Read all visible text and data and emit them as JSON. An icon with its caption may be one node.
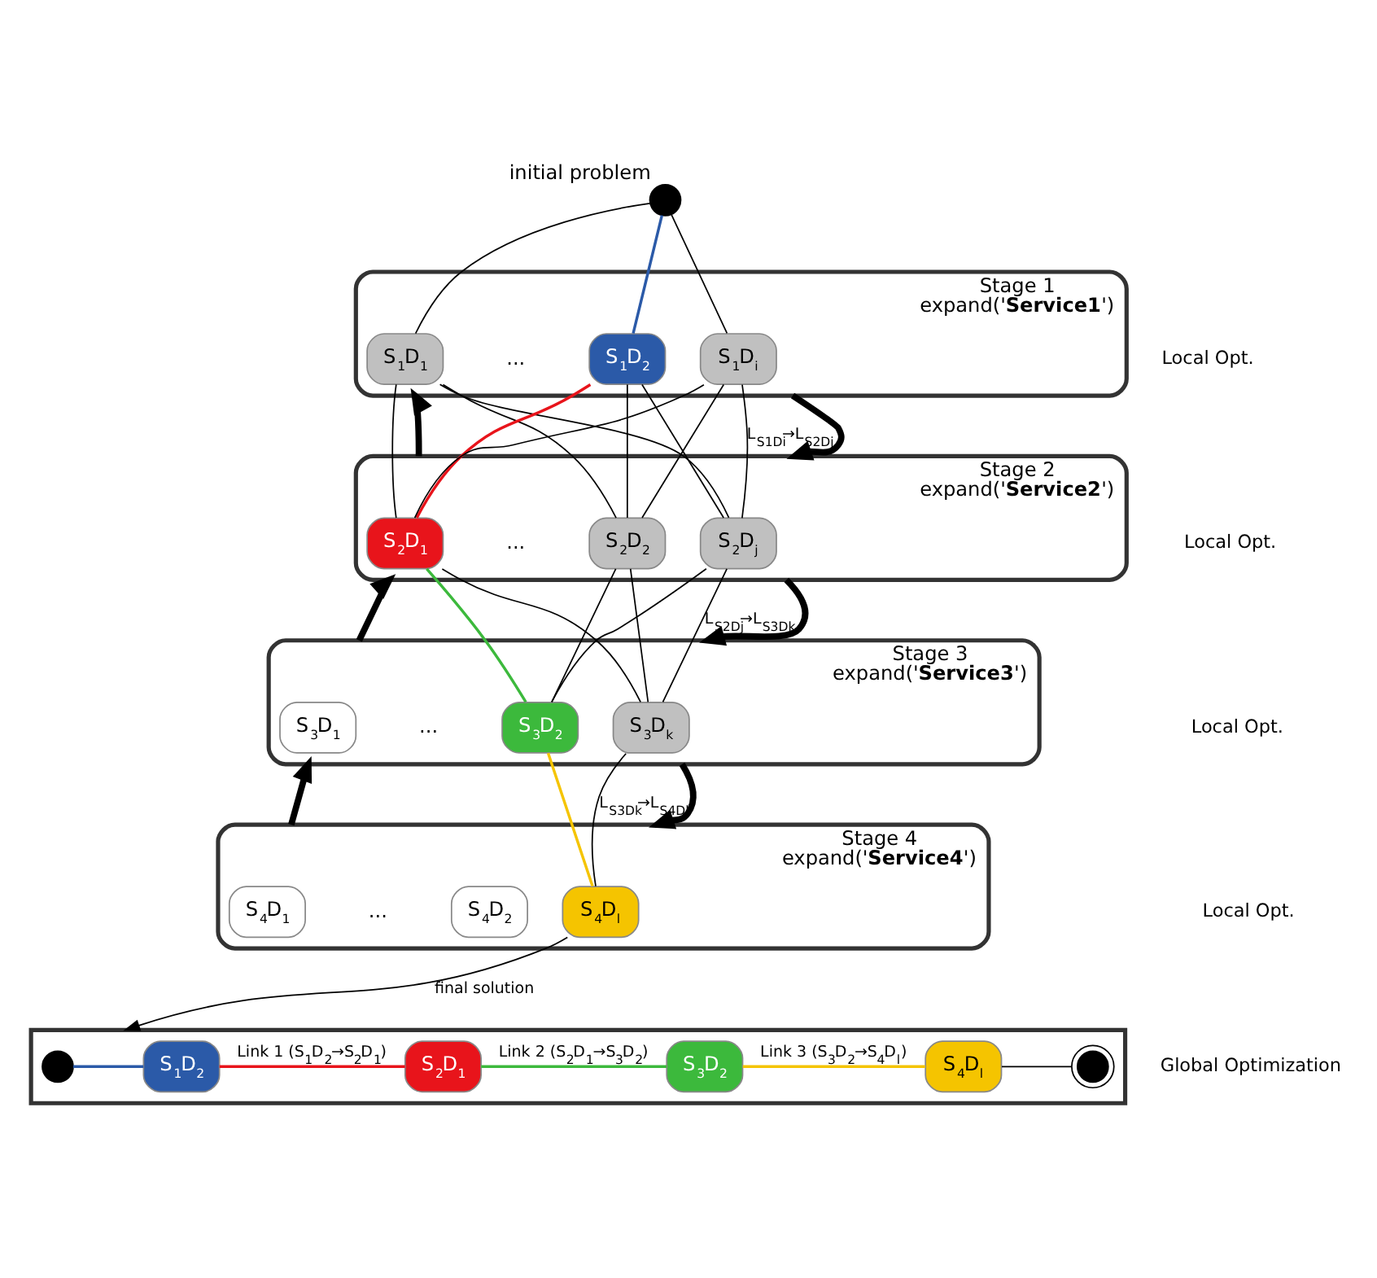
{
  "diagram": {
    "nodes": [
      {
        "text": [],
        "shape": "circle",
        "beside": [
          "initial problem"
        ]
      },
      {
        "text": [
          "Stage 1",
          "expand('**Service1**')"
        ]
      },
      {
        "text": [
          "S$_{1}$D$_{1}$"
        ],
        "in": 1
      },
      {
        "text": [
          "S$_{1}$D$_{2}$"
        ],
        "in": 1
      },
      {
        "text": [
          "S$_{1}$D$_{i}$"
        ],
        "in": 1
      },
      {
        "text": [
          "Stage 2",
          "expand('**Service2**')"
        ]
      },
      {
        "text": [
          "S$_{2}$D$_{1}$"
        ],
        "in": 5
      },
      {
        "text": [
          "S$_{2}$D$_{2}$"
        ],
        "in": 5
      },
      {
        "text": [
          "S$_{2}$D$_{j}$"
        ],
        "in": 5
      },
      {
        "text": [
          "Stage 3",
          "expand('**Service3**')"
        ]
      },
      {
        "text": [
          "S$_{3}$D$_{1}$"
        ],
        "in": 9
      },
      {
        "text": [
          "S$_{3}$D$_{2}$"
        ],
        "in": 9
      },
      {
        "text": [
          "S$_{3}$D$_{k}$"
        ],
        "in": 9
      },
      {
        "text": [
          "Stage 4",
          "expand('**Service4**')"
        ]
      },
      {
        "text": [
          "S$_{4}$D$_{1}$"
        ],
        "in": 13
      },
      {
        "text": [
          "S$_{4}$D$_{2}$"
        ],
        "in": 13
      },
      {
        "text": [
          "S$_{4}$D$_{l}$"
        ],
        "in": 13
      },
      {
        "text": [],
        "shape": "box"
      },
      {
        "text": [],
        "shape": "circle",
        "in": 17
      },
      {
        "text": [
          "S$_{1}$D$_{2}$"
        ],
        "in": 17
      },
      {
        "text": [
          "S$_{2}$D$_{1}$"
        ],
        "in": 17
      },
      {
        "text": [
          "S$_{3}$D$_{2}$"
        ],
        "in": 17
      },
      {
        "text": [
          "S$_{4}$D$_{l}$"
        ],
        "in": 17
      },
      {
        "text": [],
        "shape": "circle",
        "in": 17
      }
    ],
    "edges": [
      {
        "from": 0,
        "to": 2,
        "arrow": "none"
      },
      {
        "from": 0,
        "to": 3,
        "arrow": "none",
        "color": "#2b5aa8"
      },
      {
        "from": 0,
        "to": 4,
        "arrow": "none"
      },
      {
        "from": 2,
        "to": 6,
        "arrow": "none"
      },
      {
        "from": 2,
        "to": 7,
        "arrow": "none"
      },
      {
        "from": 2,
        "to": 8,
        "arrow": "none"
      },
      {
        "from": 3,
        "to": 6,
        "arrow": "none",
        "color": "#e8141b"
      },
      {
        "from": 3,
        "to": 7,
        "arrow": "none"
      },
      {
        "from": 3,
        "to": 8,
        "arrow": "none"
      },
      {
        "from": 4,
        "to": 6,
        "arrow": "none"
      },
      {
        "from": 4,
        "to": 7,
        "arrow": "none"
      },
      {
        "from": 4,
        "to": 8,
        "arrow": "none",
        "label": "L$_{S1Di}$→L$_{S2Dj}$"
      },
      {
        "from": 6,
        "to": 11,
        "arrow": "none",
        "color": "#3cb93c"
      },
      {
        "from": 6,
        "to": 12,
        "arrow": "none"
      },
      {
        "from": 7,
        "to": 11,
        "arrow": "none"
      },
      {
        "from": 7,
        "to": 12,
        "arrow": "none"
      },
      {
        "from": 8,
        "to": 11,
        "arrow": "none"
      },
      {
        "from": 8,
        "to": 12,
        "arrow": "none",
        "label": "L$_{S2Dj}$→L$_{S3Dk}$"
      },
      {
        "from": 11,
        "to": 16,
        "arrow": "none",
        "color": "#f5c400"
      },
      {
        "from": 12,
        "to": 16,
        "arrow": "none",
        "label": "L$_{S3Dk}$→L$_{S4Dl}$"
      },
      {
        "from": 16,
        "to": 17,
        "arrow": "to",
        "label": "final solution"
      },
      {
        "from": 5,
        "to": 1,
        "arrow": "to",
        "style": "thick"
      },
      {
        "from": 9,
        "to": 5,
        "arrow": "to",
        "style": "thick"
      },
      {
        "from": 13,
        "to": 9,
        "arrow": "to",
        "style": "thick"
      },
      {
        "from": 1,
        "to": 5,
        "arrow": "to",
        "style": "thick"
      },
      {
        "from": 5,
        "to": 9,
        "arrow": "to",
        "style": "thick"
      },
      {
        "from": 9,
        "to": 13,
        "arrow": "to",
        "style": "thick"
      },
      {
        "from": 18,
        "to": 19,
        "arrow": "none",
        "color": "#2b5aa8"
      },
      {
        "from": 19,
        "to": 20,
        "arrow": "none",
        "color": "#e8141b",
        "label": "Link 1 (S$_{1}$D$_{2}$→S$_{2}$D$_{1}$)"
      },
      {
        "from": 20,
        "to": 21,
        "arrow": "none",
        "color": "#3cb93c",
        "label": "Link 2 (S$_{2}$D$_{1}$→S$_{3}$D$_{2}$)"
      },
      {
        "from": 21,
        "to": 22,
        "arrow": "none",
        "color": "#f5c400",
        "label": "Link 3 (S$_{3}$D$_{2}$→S$_{4}$D$_{l}$)"
      },
      {
        "from": 22,
        "to": 23,
        "arrow": "none"
      }
    ],
    "labels": [
      "...",
      "...",
      "...",
      "...",
      "Local Opt.",
      "Local Opt.",
      "Local Opt.",
      "Local Opt.",
      "Global Optimization"
    ]
  }
}
